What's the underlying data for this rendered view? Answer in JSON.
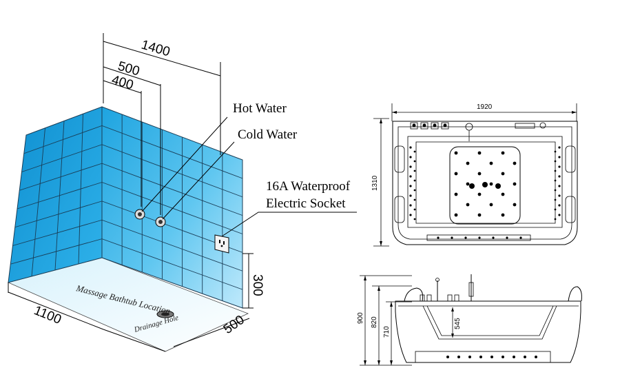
{
  "room": {
    "dims": {
      "d1400": "1400",
      "d500top": "500",
      "d400": "400",
      "d300": "300",
      "d500floor": "500",
      "d1100": "1100"
    },
    "labels": {
      "hot": "Hot Water",
      "cold": "Cold Water",
      "socket_line1": "16A Waterproof",
      "socket_line2": "Electric Socket",
      "location": "Massage Bathtub Location",
      "drain": "Drainage Hole"
    },
    "colors": {
      "tile": "#2bb4ea",
      "tile_light": "#8fd8f6",
      "grout": "#1a3c55"
    }
  },
  "plan": {
    "width_label": "1920",
    "height_label": "1310"
  },
  "elevation": {
    "d900": "900",
    "d820": "820",
    "d710": "710",
    "d545": "545"
  }
}
